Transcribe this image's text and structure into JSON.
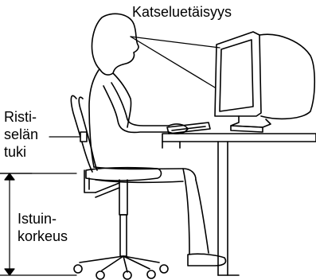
{
  "labels": {
    "viewing_distance": "Katseluetäisyys",
    "lumbar_support_lines": [
      "Risti-",
      "selän",
      "tuki"
    ],
    "seat_height_lines": [
      "Istuin-",
      "korkeus"
    ]
  },
  "colors": {
    "ink": "#000000",
    "paper": "#ffffff"
  }
}
